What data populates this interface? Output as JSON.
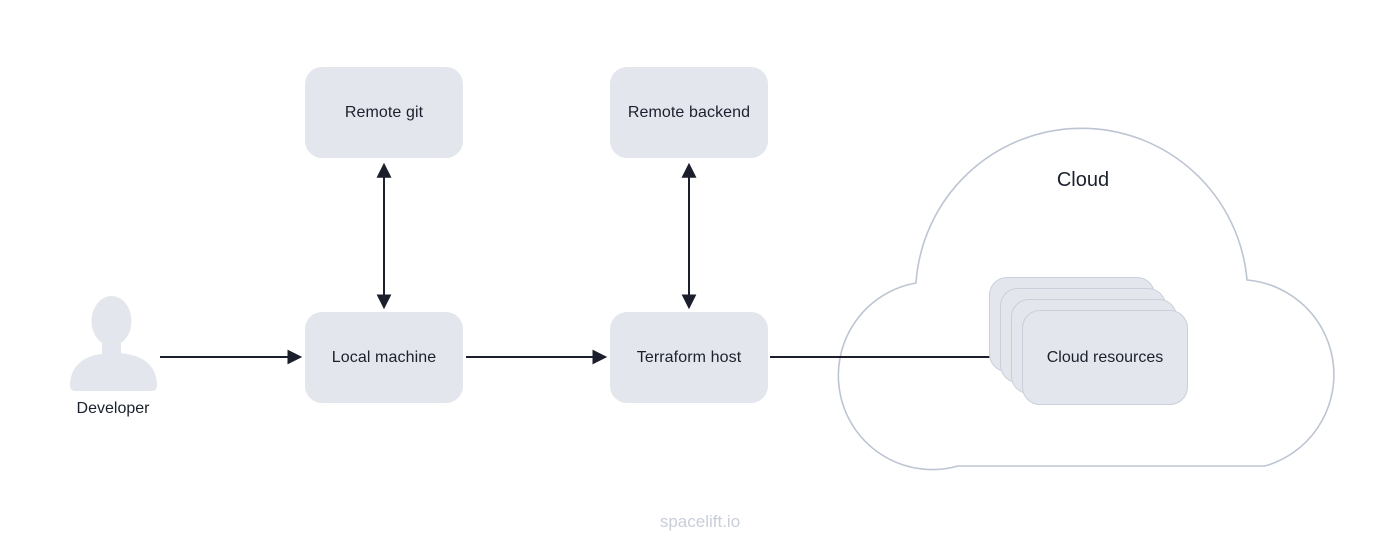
{
  "diagram": {
    "developer": {
      "label": "Developer",
      "icon": "person-silhouette-icon"
    },
    "nodes": {
      "remote_git": {
        "label": "Remote git"
      },
      "remote_backend": {
        "label": "Remote backend"
      },
      "local_machine": {
        "label": "Local machine"
      },
      "terraform_host": {
        "label": "Terraform host"
      }
    },
    "cloud": {
      "label": "Cloud",
      "resources": {
        "label": "Cloud resources",
        "stack_count": 4
      }
    },
    "connections": [
      {
        "from": "developer",
        "to": "local_machine",
        "direction": "one-way"
      },
      {
        "from": "local_machine",
        "to": "remote_git",
        "direction": "two-way"
      },
      {
        "from": "local_machine",
        "to": "terraform_host",
        "direction": "one-way"
      },
      {
        "from": "terraform_host",
        "to": "remote_backend",
        "direction": "two-way"
      },
      {
        "from": "terraform_host",
        "to": "cloud_resources",
        "direction": "one-way"
      }
    ],
    "watermark": "spacelift.io",
    "colors": {
      "node_fill": "#E3E6EC",
      "node_text": "#1B202D",
      "arrow": "#1B1F2B",
      "cloud_outline": "#BDC5D2",
      "card_border": "#C9D0DB",
      "watermark_text": "#C9CEDB"
    }
  }
}
